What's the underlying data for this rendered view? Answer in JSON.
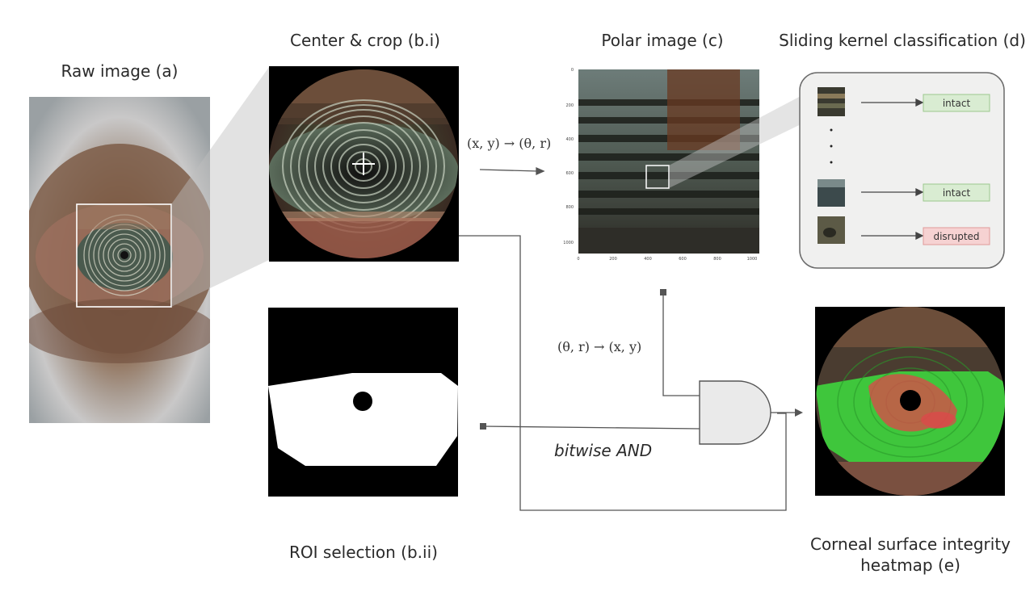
{
  "labels": {
    "raw": "Raw image (a)",
    "center_crop": "Center & crop (b.i)",
    "polar": "Polar image (c)",
    "sliding": "Sliding kernel classification (d)",
    "roi": "ROI selection (b.ii)",
    "heatmap_line1": "Corneal surface integrity",
    "heatmap_line2": "heatmap (e)"
  },
  "transforms": {
    "forward": "(x, y) → (θ, r)",
    "inverse": "(θ, r) → (x, y)",
    "and_op": "bitwise AND"
  },
  "classification": [
    {
      "label": "intact",
      "state": "intact"
    },
    {
      "label": "intact",
      "state": "intact"
    },
    {
      "label": "disrupted",
      "state": "disrupted"
    }
  ],
  "polar_axis": {
    "y_ticks": [
      "0",
      "200",
      "400",
      "600",
      "800",
      "1000"
    ],
    "x_ticks": [
      "0",
      "200",
      "400",
      "600",
      "800",
      "1000"
    ]
  },
  "colors": {
    "intact_fill": "#d9ecd2",
    "intact_stroke": "#9cc98e",
    "disrupted_fill": "#f6d2d2",
    "disrupted_stroke": "#e09a9a",
    "heatmap_green": "#3ed53e",
    "heatmap_red": "#e0464a"
  }
}
